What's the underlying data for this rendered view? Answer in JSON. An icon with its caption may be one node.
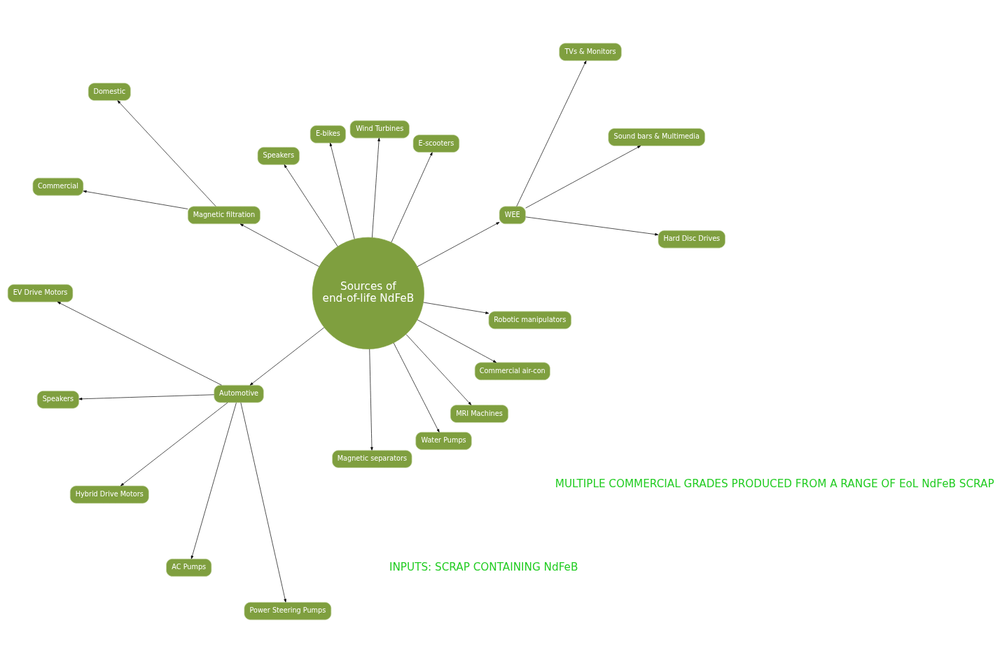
{
  "diagram": {
    "nodes": [
      {
        "text": [
          "Sources of end-of-life NdFeB"
        ]
      },
      {
        "text": [
          "WEE"
        ]
      },
      {
        "text": [
          "Hard Disc Drives"
        ]
      },
      {
        "text": [
          "Sound bars & Multimedia"
        ]
      },
      {
        "text": [
          "TVs & Monitors"
        ]
      },
      {
        "text": [
          "E-scooters"
        ]
      },
      {
        "text": [
          "Wind Turbines"
        ]
      },
      {
        "text": [
          "E-bikes"
        ]
      },
      {
        "text": [
          "Speakers"
        ]
      },
      {
        "text": [
          "Magnetic filtration"
        ]
      },
      {
        "text": [
          "Domestic"
        ]
      },
      {
        "text": [
          "Commercial"
        ]
      },
      {
        "text": [
          "Automotive"
        ]
      },
      {
        "text": [
          "EV Drive Motors"
        ]
      },
      {
        "text": [
          "Speakers"
        ]
      },
      {
        "text": [
          "Hybrid Drive Motors"
        ]
      },
      {
        "text": [
          "AC Pumps"
        ]
      },
      {
        "text": [
          "Power Steering Pumps"
        ]
      },
      {
        "text": [
          "Magnetic separators"
        ]
      },
      {
        "text": [
          "Water Pumps"
        ]
      },
      {
        "text": [
          "MRI Machines"
        ]
      },
      {
        "text": [
          "Commercial air-con"
        ]
      },
      {
        "text": [
          "Robotic manipulators"
        ]
      }
    ],
    "edges": [
      {
        "from": 0,
        "to": 1,
        "arrow": "to"
      },
      {
        "from": 1,
        "to": 2,
        "arrow": "to"
      },
      {
        "from": 1,
        "to": 3,
        "arrow": "to"
      },
      {
        "from": 1,
        "to": 4,
        "arrow": "to"
      },
      {
        "from": 0,
        "to": 5,
        "arrow": "to"
      },
      {
        "from": 0,
        "to": 6,
        "arrow": "to"
      },
      {
        "from": 0,
        "to": 7,
        "arrow": "to"
      },
      {
        "from": 0,
        "to": 8,
        "arrow": "to"
      },
      {
        "from": 0,
        "to": 9,
        "arrow": "to"
      },
      {
        "from": 9,
        "to": 10,
        "arrow": "to"
      },
      {
        "from": 9,
        "to": 11,
        "arrow": "to"
      },
      {
        "from": 0,
        "to": 12,
        "arrow": "to"
      },
      {
        "from": 12,
        "to": 13,
        "arrow": "to"
      },
      {
        "from": 12,
        "to": 14,
        "arrow": "to"
      },
      {
        "from": 12,
        "to": 15,
        "arrow": "to"
      },
      {
        "from": 12,
        "to": 16,
        "arrow": "to"
      },
      {
        "from": 12,
        "to": 17,
        "arrow": "to"
      },
      {
        "from": 0,
        "to": 18,
        "arrow": "to"
      },
      {
        "from": 0,
        "to": 19,
        "arrow": "to"
      },
      {
        "from": 0,
        "to": 20,
        "arrow": "to"
      },
      {
        "from": 0,
        "to": 21,
        "arrow": "to"
      },
      {
        "from": 0,
        "to": 22,
        "arrow": "to"
      }
    ],
    "labels": [
      "INPUTS: SCRAP CONTAINING NdFeB",
      "MULTIPLE COMMERCIAL GRADES PRODUCED FROM A RANGE OF EoL NdFeB SCRAP"
    ]
  }
}
